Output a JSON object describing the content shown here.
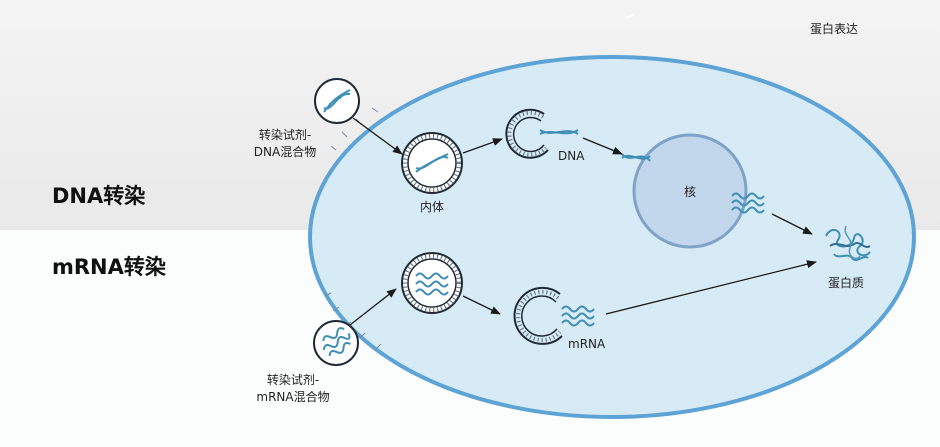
{
  "corner_label": "蛋白表达",
  "rows": {
    "dna": "DNA转染",
    "mrna": "mRNA转染"
  },
  "labels": {
    "dna_mix_line1": "转染试剂-",
    "dna_mix_line2": "DNA混合物",
    "endosome": "内体",
    "dna": "DNA",
    "nucleus": "核",
    "protein": "蛋白质",
    "mrna": "mRNA",
    "mrna_mix_line1": "转染试剂-",
    "mrna_mix_line2": "mRNA混合物"
  },
  "colors": {
    "cell_fill": "#d7ebf7",
    "cell_border": "#5ea3d6",
    "nucleus_fill": "#c2d7ec",
    "nucleus_border": "#7fa3c8",
    "strand": "#3f8fb5",
    "outline": "#2a3a4a"
  }
}
